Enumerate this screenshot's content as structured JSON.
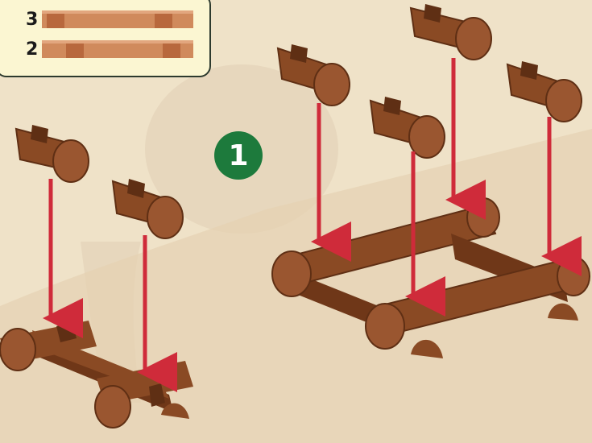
{
  "parts_list": {
    "items": [
      {
        "count": "3"
      },
      {
        "count": "2"
      }
    ]
  },
  "step": {
    "number": "1"
  },
  "colors": {
    "background": "#efe2c8",
    "panel": "#fbf6d2",
    "wood": "#8a4a24",
    "wood_dark": "#5f2f14",
    "plank": "#d08a5c",
    "arrow": "#cf2b3a",
    "step_badge": "#1d7a3c"
  }
}
